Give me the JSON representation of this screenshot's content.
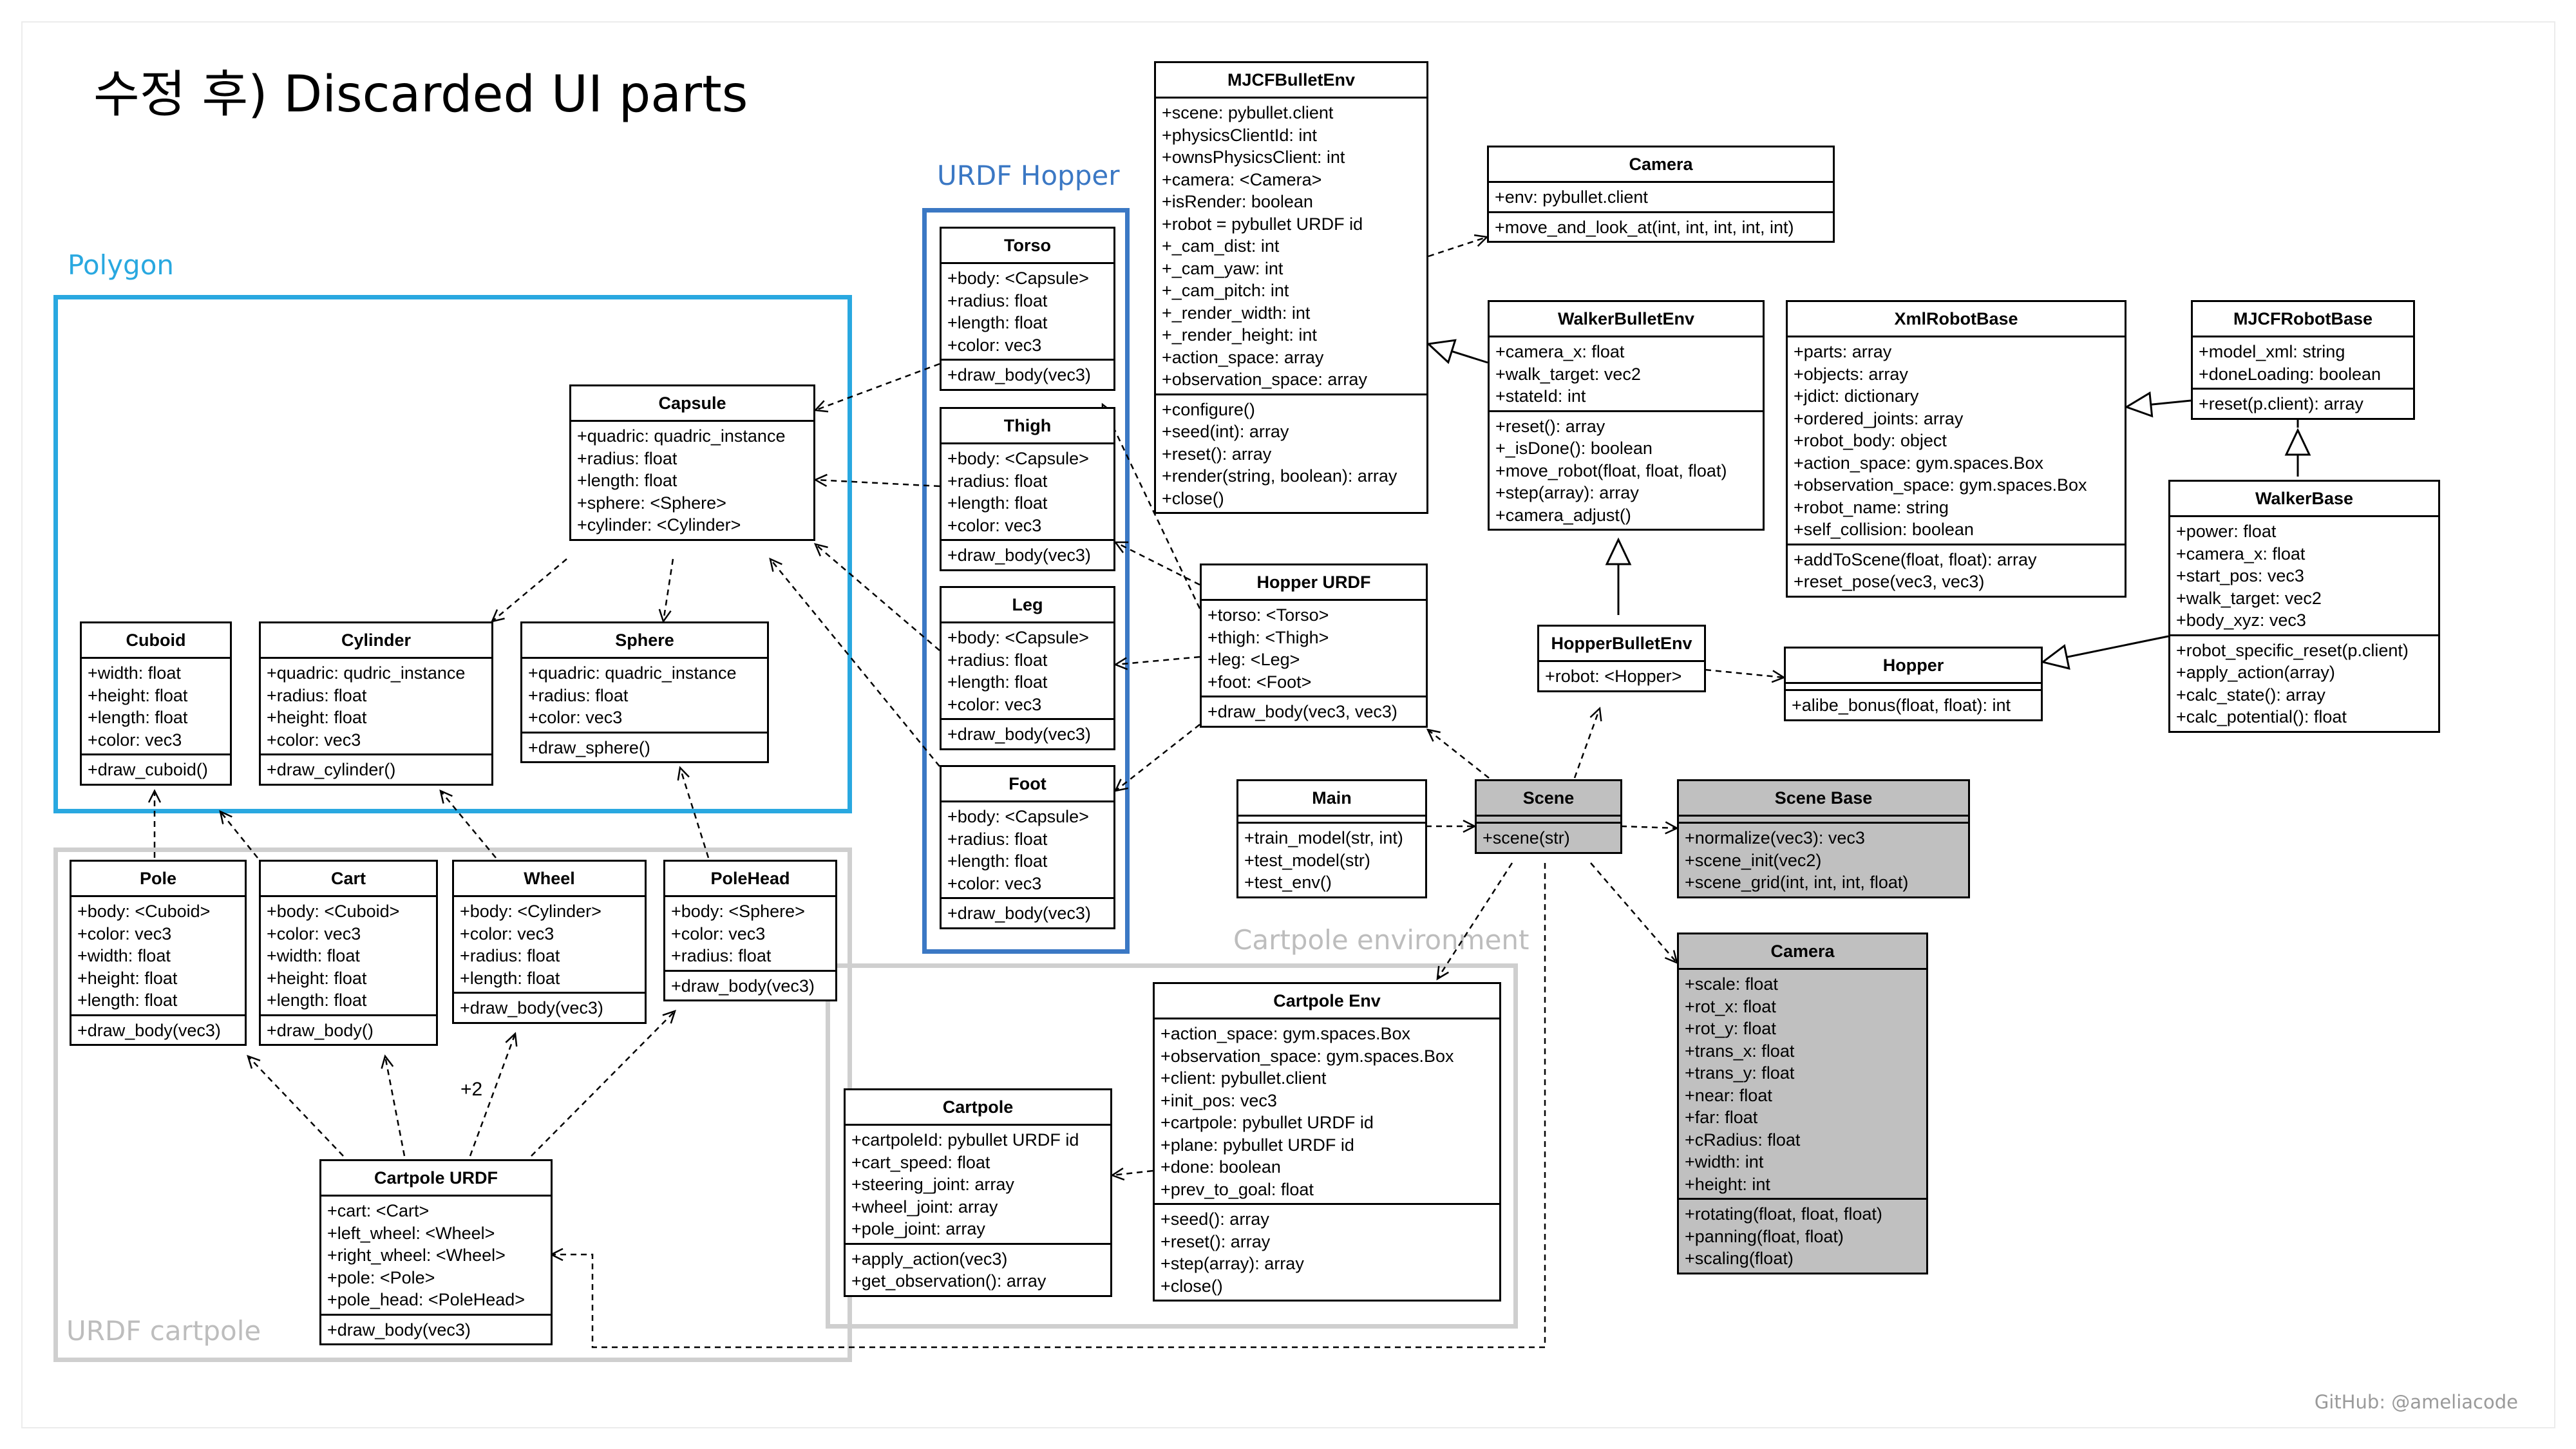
{
  "title": "수정 후) Discarded UI parts",
  "credit": "GitHub: @ameliacode",
  "multiplicity": "+2",
  "groups": [
    {
      "id": "polygon",
      "label": "Polygon",
      "color": "#29a8e0"
    },
    {
      "id": "urdf_hopper",
      "label": "URDF Hopper",
      "color": "#3b78c4"
    },
    {
      "id": "urdf_cartpole",
      "label": "URDF cartpole",
      "color": "#c8c8c8"
    },
    {
      "id": "cartpole_env",
      "label": "Cartpole environment",
      "color": "#c8c8c8"
    }
  ],
  "classes": {
    "mjcfbulletenv": {
      "name": "MJCFBulletEnv",
      "attributes": [
        "+scene: pybullet.client",
        "+physicsClientId: int",
        "+ownsPhysicsClient: int",
        "+camera: <Camera>",
        "+isRender: boolean",
        "+robot = pybullet URDF id",
        "+_cam_dist: int",
        "+_cam_yaw: int",
        "+_cam_pitch: int",
        "+_render_width: int",
        "+_render_height: int",
        "+action_space: array",
        "+observation_space: array"
      ],
      "methods": [
        "+configure()",
        "+seed(int): array",
        "+reset(): array",
        "+render(string, boolean): array",
        "+close()"
      ]
    },
    "camera_top": {
      "name": "Camera",
      "attributes": [
        "+env: pybullet.client"
      ],
      "methods": [
        "+move_and_look_at(int, int, int, int, int)"
      ]
    },
    "walkerbulletenv": {
      "name": "WalkerBulletEnv",
      "attributes": [
        "+camera_x: float",
        "+walk_target: vec2",
        "+stateId: int"
      ],
      "methods": [
        "+reset(): array",
        "+_isDone(): boolean",
        "+move_robot(float, float, float)",
        "+step(array): array",
        "+camera_adjust()"
      ]
    },
    "xmlrobotbase": {
      "name": "XmlRobotBase",
      "attributes": [
        "+parts: array",
        "+objects: array",
        "+jdict: dictionary",
        "+ordered_joints: array",
        "+robot_body: object",
        "+action_space: gym.spaces.Box",
        "+observation_space: gym.spaces.Box",
        "+robot_name: string",
        "+self_collision: boolean"
      ],
      "methods": [
        "+addToScene(float, float): array",
        "+reset_pose(vec3, vec3)"
      ]
    },
    "mjcfrobotbase": {
      "name": "MJCFRobotBase",
      "attributes": [
        "+model_xml: string",
        "+doneLoading: boolean"
      ],
      "methods": [
        "+reset(p.client): array"
      ]
    },
    "walkerbase": {
      "name": "WalkerBase",
      "attributes": [
        "+power: float",
        "+camera_x: float",
        "+start_pos: vec3",
        "+walk_target: vec2",
        "+body_xyz: vec3"
      ],
      "methods": [
        "+robot_specific_reset(p.client)",
        "+apply_action(array)",
        "+calc_state(): array",
        "+calc_potential(): float"
      ]
    },
    "hopperbulletenv": {
      "name": "HopperBulletEnv",
      "attributes": [
        "+robot: <Hopper>"
      ],
      "methods": []
    },
    "hopper": {
      "name": "Hopper",
      "attributes": [],
      "methods": [
        "+alibe_bonus(float, float): int"
      ]
    },
    "torso": {
      "name": "Torso",
      "attributes": [
        "+body: <Capsule>",
        "+radius: float",
        "+length: float",
        "+color: vec3"
      ],
      "methods": [
        "+draw_body(vec3)"
      ]
    },
    "thigh": {
      "name": "Thigh",
      "attributes": [
        "+body: <Capsule>",
        "+radius: float",
        "+length: float",
        "+color: vec3"
      ],
      "methods": [
        "+draw_body(vec3)"
      ]
    },
    "leg": {
      "name": "Leg",
      "attributes": [
        "+body: <Capsule>",
        "+radius: float",
        "+length: float",
        "+color: vec3"
      ],
      "methods": [
        "+draw_body(vec3)"
      ]
    },
    "foot": {
      "name": "Foot",
      "attributes": [
        "+body: <Capsule>",
        "+radius: float",
        "+length: float",
        "+color: vec3"
      ],
      "methods": [
        "+draw_body(vec3)"
      ]
    },
    "hopper_urdf": {
      "name": "Hopper URDF",
      "attributes": [
        "+torso: <Torso>",
        "+thigh: <Thigh>",
        "+leg: <Leg>",
        "+foot: <Foot>"
      ],
      "methods": [
        "+draw_body(vec3, vec3)"
      ]
    },
    "capsule": {
      "name": "Capsule",
      "attributes": [
        "+quadric: quadric_instance",
        "+radius: float",
        "+length: float",
        "+sphere: <Sphere>",
        "+cylinder: <Cylinder>"
      ],
      "methods": []
    },
    "cuboid": {
      "name": "Cuboid",
      "attributes": [
        "+width: float",
        "+height: float",
        "+length: float",
        "+color: vec3"
      ],
      "methods": [
        "+draw_cuboid()"
      ]
    },
    "cylinder": {
      "name": "Cylinder",
      "attributes": [
        "+quadric: qudric_instance",
        "+radius: float",
        "+height: float",
        "+color: vec3"
      ],
      "methods": [
        "+draw_cylinder()"
      ]
    },
    "sphere": {
      "name": "Sphere",
      "attributes": [
        "+quadric: quadric_instance",
        "+radius: float",
        "+color: vec3"
      ],
      "methods": [
        "+draw_sphere()"
      ]
    },
    "pole": {
      "name": "Pole",
      "attributes": [
        "+body: <Cuboid>",
        "+color: vec3",
        "+width: float",
        "+height: float",
        "+length: float"
      ],
      "methods": [
        "+draw_body(vec3)"
      ]
    },
    "cart": {
      "name": "Cart",
      "attributes": [
        "+body: <Cuboid>",
        "+color: vec3",
        "+width: float",
        "+height: float",
        "+length: float"
      ],
      "methods": [
        "+draw_body()"
      ]
    },
    "wheel": {
      "name": "Wheel",
      "attributes": [
        "+body: <Cylinder>",
        "+color: vec3",
        "+radius: float",
        "+length: float"
      ],
      "methods": [
        "+draw_body(vec3)"
      ]
    },
    "polehead": {
      "name": "PoleHead",
      "attributes": [
        "+body: <Sphere>",
        "+color: vec3",
        "+radius: float"
      ],
      "methods": [
        "+draw_body(vec3)"
      ]
    },
    "cartpole_urdf": {
      "name": "Cartpole URDF",
      "attributes": [
        "+cart: <Cart>",
        "+left_wheel: <Wheel>",
        "+right_wheel: <Wheel>",
        "+pole: <Pole>",
        "+pole_head: <PoleHead>"
      ],
      "methods": [
        "+draw_body(vec3)"
      ]
    },
    "main": {
      "name": "Main",
      "attributes": [],
      "methods": [
        "+train_model(str, int)",
        "+test_model(str)",
        "+test_env()"
      ]
    },
    "scene": {
      "name": "Scene",
      "attributes": [],
      "methods": [
        "+scene(str)"
      ]
    },
    "scene_base": {
      "name": "Scene Base",
      "attributes": [],
      "methods": [
        "+normalize(vec3): vec3",
        "+scene_init(vec2)",
        "+scene_grid(int, int, int, float)"
      ]
    },
    "camera_gray": {
      "name": "Camera",
      "attributes": [
        "+scale: float",
        "+rot_x: float",
        "+rot_y: float",
        "+trans_x: float",
        "+trans_y: float",
        "+near: float",
        "+far: float",
        "+cRadius: float",
        "+width: int",
        "+height: int"
      ],
      "methods": [
        "+rotating(float, float, float)",
        "+panning(float, float)",
        "+scaling(float)"
      ]
    },
    "cartpole_env": {
      "name": "Cartpole Env",
      "attributes": [
        "+action_space: gym.spaces.Box",
        "+observation_space: gym.spaces.Box",
        "+client: pybullet.client",
        "+init_pos: vec3",
        "+cartpole: pybullet URDF id",
        "+plane: pybullet URDF id",
        "+done: boolean",
        "+prev_to_goal: float"
      ],
      "methods": [
        "+seed(): array",
        "+reset(): array",
        "+step(array): array",
        "+close()"
      ]
    },
    "cartpole": {
      "name": "Cartpole",
      "attributes": [
        "+cartpoleId: pybullet URDF id",
        "+cart_speed: float",
        "+steering_joint: array",
        "+wheel_joint: array",
        "+pole_joint: array"
      ],
      "methods": [
        "+apply_action(vec3)",
        "+get_observation(): array"
      ]
    }
  }
}
